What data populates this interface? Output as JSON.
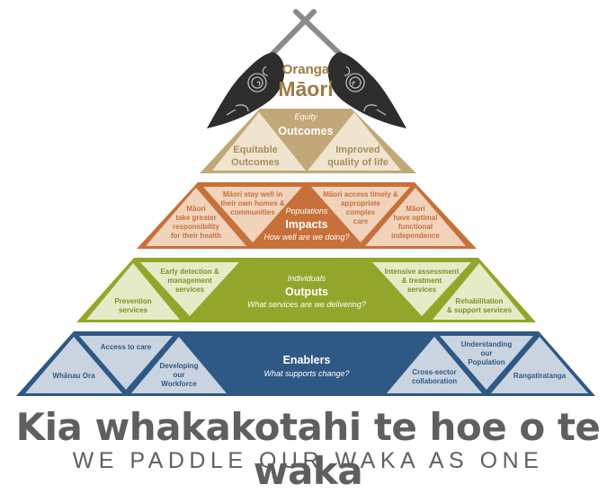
{
  "colors": {
    "enablers": "#2f5985",
    "enablers_light": "#c9d4e0",
    "outputs": "#93a62b",
    "outputs_light": "#e5ebc6",
    "impacts": "#c8703a",
    "impacts_light": "#f1d3bc",
    "outcomes": "#c2a778",
    "outcomes_light": "#eee4cf",
    "paddle": "#2d2d2d",
    "apex_text": "#9c7b42",
    "motto": "#5f5f5f"
  },
  "apex": {
    "line1": "Oranga",
    "line2": "Māori",
    "icon": "crossed-paddles-icon"
  },
  "outcomes": {
    "caption": "Equity",
    "title": "Outcomes",
    "left": [
      "Equitable",
      "Outcomes"
    ],
    "right": [
      "Improved",
      "quality of life"
    ]
  },
  "impacts": {
    "caption": "Populations",
    "title": "Impacts",
    "subtitle": "How well are we doing?",
    "items": [
      [
        "Māori",
        "take greater",
        "responsibility",
        "for their health"
      ],
      [
        "Māori stay well in",
        "their own homes &",
        "communities"
      ],
      [
        "Māori access timely &",
        "appropriate",
        "complex",
        "care"
      ],
      [
        "Māori",
        "have optimal",
        "functional",
        "independence"
      ]
    ]
  },
  "outputs": {
    "caption": "Individuals",
    "title": "Outputs",
    "subtitle": "What services are we delivering?",
    "items": [
      [
        "Prevention",
        "services"
      ],
      [
        "Early detection &",
        "management",
        "services"
      ],
      [
        "Intensive assessment",
        "& treatment",
        "services"
      ],
      [
        "Rehabilitation",
        "& support services"
      ]
    ]
  },
  "enablers": {
    "title": "Enablers",
    "subtitle": "What supports change?",
    "items": [
      [
        "Whānau Ora"
      ],
      [
        "Access to care"
      ],
      [
        "Developing",
        "our",
        "Workforce"
      ],
      [
        "Cross-sector",
        "collaboration"
      ],
      [
        "Understanding",
        "our",
        "Population"
      ],
      [
        "Rangatiratanga"
      ]
    ]
  },
  "motto": {
    "maori": "Kia whakakotahi te hoe o te waka",
    "english": "WE PADDLE OUR WAKA AS ONE"
  }
}
